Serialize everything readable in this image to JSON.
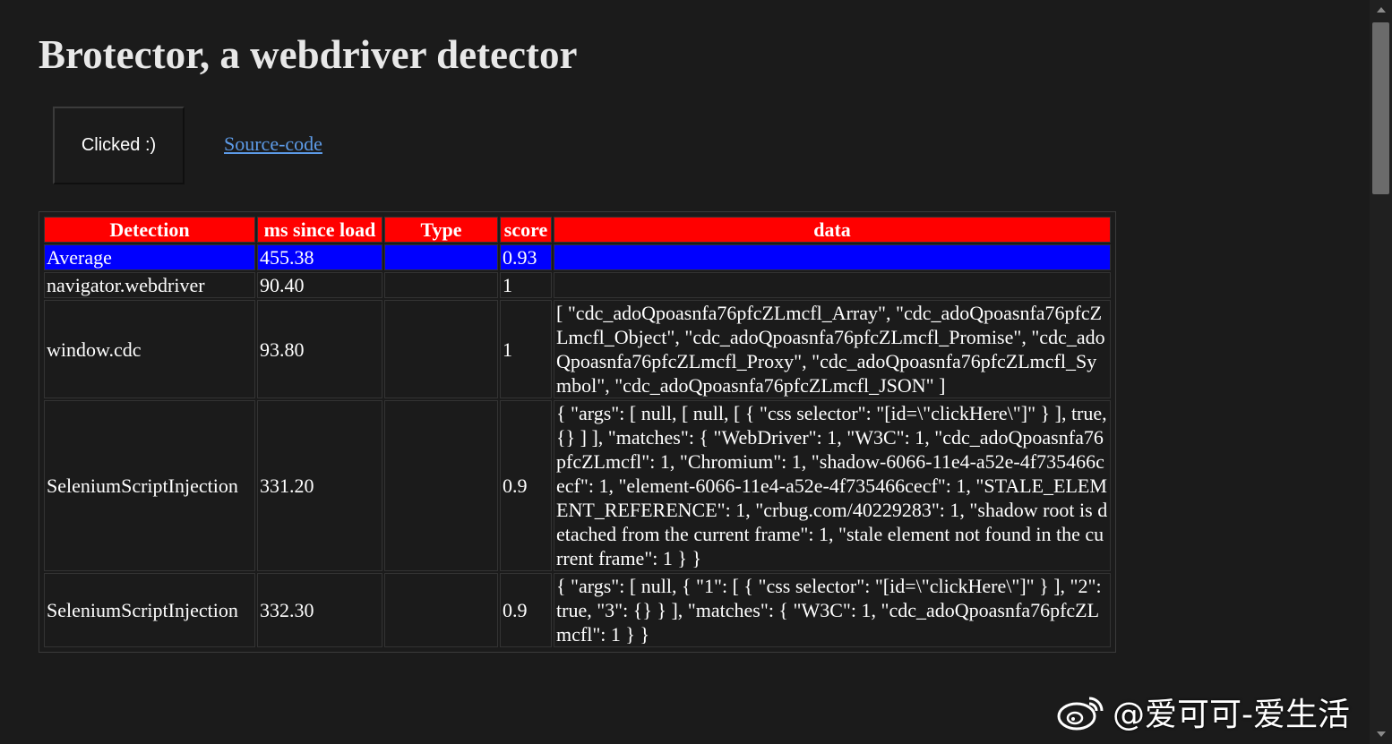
{
  "page": {
    "title": "Brotector, a webdriver detector"
  },
  "controls": {
    "button_label": "Clicked :)",
    "link_label": "Source-code"
  },
  "table": {
    "headers": [
      "Detection",
      "ms since load",
      "Type",
      "score",
      "data"
    ],
    "average": {
      "detection": "Average",
      "ms": "455.38",
      "type": "",
      "score": "0.93",
      "data": ""
    },
    "rows": [
      {
        "detection": "navigator.webdriver",
        "ms": "90.40",
        "type": "",
        "score": "1",
        "data": ""
      },
      {
        "detection": "window.cdc",
        "ms": "93.80",
        "type": "",
        "score": "1",
        "data": "[ \"cdc_adoQpoasnfa76pfcZLmcfl_Array\", \"cdc_adoQpoasnfa76pfcZLmcfl_Object\", \"cdc_adoQpoasnfa76pfcZLmcfl_Promise\", \"cdc_adoQpoasnfa76pfcZLmcfl_Proxy\", \"cdc_adoQpoasnfa76pfcZLmcfl_Symbol\", \"cdc_adoQpoasnfa76pfcZLmcfl_JSON\" ]"
      },
      {
        "detection": "SeleniumScriptInjection",
        "ms": "331.20",
        "type": "",
        "score": "0.9",
        "data": "{ \"args\": [ null, [ null, [ { \"css selector\": \"[id=\\\"clickHere\\\"]\" } ], true, {} ] ], \"matches\": { \"WebDriver\": 1, \"W3C\": 1, \"cdc_adoQpoasnfa76pfcZLmcfl\": 1, \"Chromium\": 1, \"shadow-6066-11e4-a52e-4f735466cecf\": 1, \"element-6066-11e4-a52e-4f735466cecf\": 1, \"STALE_ELEMENT_REFERENCE\": 1, \"crbug.com/40229283\": 1, \"shadow root is detached from the current frame\": 1, \"stale element not found in the current frame\": 1 } }"
      },
      {
        "detection": "SeleniumScriptInjection",
        "ms": "332.30",
        "type": "",
        "score": "0.9",
        "data": "{ \"args\": [ null, { \"1\": [ { \"css selector\": \"[id=\\\"clickHere\\\"]\" } ], \"2\": true, \"3\": {} } ], \"matches\": { \"W3C\": 1, \"cdc_adoQpoasnfa76pfcZLmcfl\": 1 } }"
      }
    ]
  },
  "watermark": {
    "text": "@爱可可-爱生活"
  },
  "icons": {
    "watermark_logo": "weibo-icon",
    "scroll_up": "chevron-up-icon",
    "scroll_down": "chevron-down-icon"
  },
  "colors": {
    "background": "#1b1b1b",
    "header": "#ff0000",
    "average_row": "#0000ff",
    "link": "#5d9be8"
  }
}
